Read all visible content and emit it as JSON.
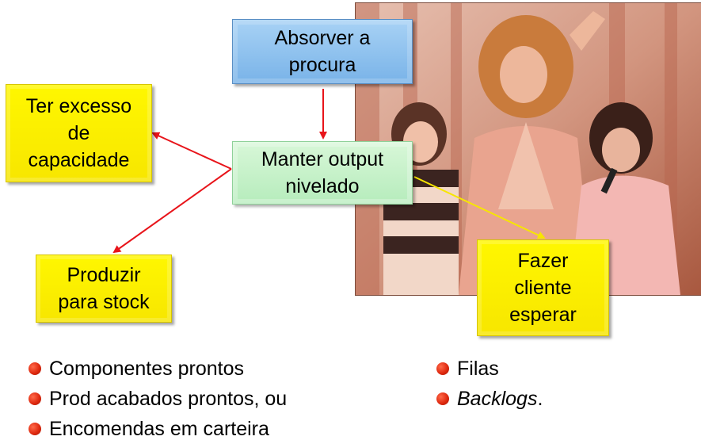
{
  "diagram": {
    "nodes": {
      "absorb": "Absorver a\nprocura",
      "level": "Manter output\nnivelado",
      "excess": "Ter excesso\nde\ncapacidade",
      "stock": "Produzir\npara stock",
      "wait": "Fazer\ncliente\nesperar"
    },
    "colors": {
      "blue_box": "#79b3e8",
      "green_box": "#c6f1c9",
      "yellow_box": "#fff200",
      "arrow_red": "#e8141a",
      "arrow_yellow": "#f7e600",
      "bullet": "#e02a10"
    }
  },
  "bullets_left": [
    "Componentes prontos",
    "Prod acabados prontos, ou",
    "Encomendas em carteira"
  ],
  "bullets_right": {
    "item1": "Filas",
    "item2_italic": "Backlogs",
    "item2_suffix": "."
  }
}
